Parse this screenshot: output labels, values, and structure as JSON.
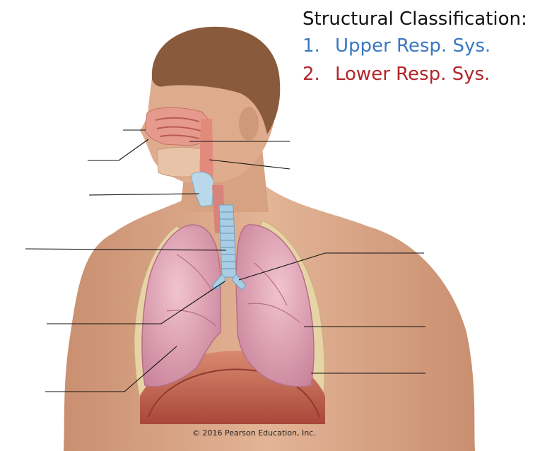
{
  "legend": {
    "heading": "Structural Classification:",
    "items": [
      {
        "number": "1.",
        "label": "Upper Resp. Sys.",
        "color": "#3a78c3"
      },
      {
        "number": "2.",
        "label": "Lower Resp. Sys.",
        "color": "#b3262a"
      }
    ]
  },
  "copyright": "© 2016 Pearson Education, Inc.",
  "colors": {
    "skin": "#d9a98a",
    "hair": "#8a5a3c",
    "lung": "#e7a9bb",
    "lung_shade": "#cf8aa0",
    "trachea": "#a9cde3",
    "nasal_cavity": "#e69a8e",
    "diaphragm": "#c96a55",
    "rib": "#e6d3a6",
    "leader_line": "#111111"
  },
  "leader_line_count": 11
}
